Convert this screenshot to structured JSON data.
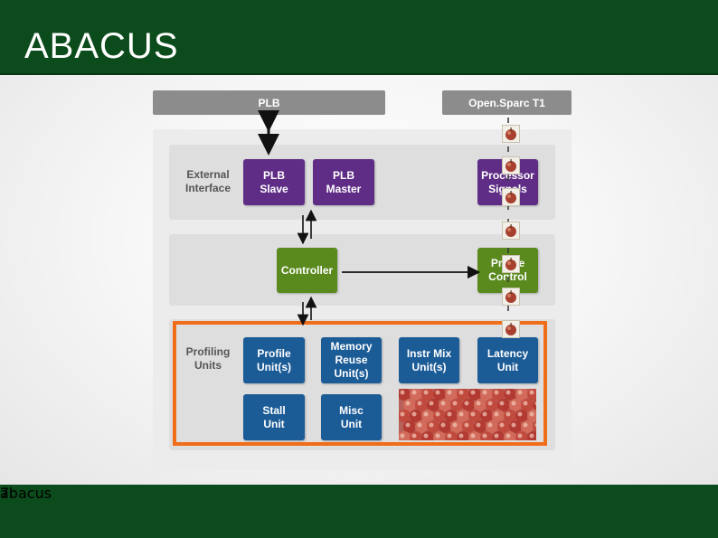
{
  "slide": {
    "title": "ABACUS",
    "page_number": "7",
    "logo_text": "abacus"
  },
  "diagram": {
    "plb_bar": "PLB",
    "opensparc_bar": "Open.Sparc T1",
    "external_interface_label": "External\nInterface",
    "plb_slave": "PLB\nSlave",
    "plb_master": "PLB\nMaster",
    "processor_signals": "Processor\nSignals",
    "controller": "Controller",
    "profile_control": "Profile\nControl",
    "profiling_units_label": "Profiling\nUnits",
    "profile_units": "Profile\nUnit(s)",
    "memory_reuse_units": "Memory\nReuse\nUnit(s)",
    "instr_mix_units": "Instr Mix\nUnit(s)",
    "latency_unit": "Latency\nUnit",
    "stall_unit": "Stall\nUnit",
    "misc_unit": "Misc\nUnit"
  },
  "colors": {
    "header_green": "#0c4c1c",
    "purple": "#5f2d86",
    "green": "#5a8a1e",
    "blue": "#1b5b96",
    "highlight_orange": "#f06d1a",
    "bar_gray": "#8c8c8c"
  },
  "icons": [
    "apple-icon",
    "apple-photo"
  ]
}
